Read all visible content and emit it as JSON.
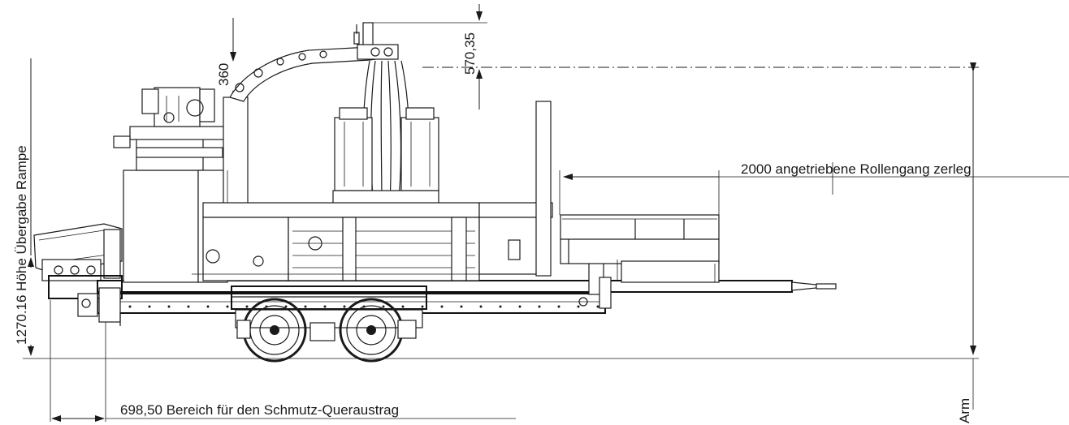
{
  "dimensions": {
    "arm_height": "570,35",
    "arm_offset": "360",
    "roller_conveyor": "2000 angetriebene Rollengang zerleg",
    "ramp_height": "1270.16 Höhe Übergabe Rampe",
    "dirt_discharge": "698,50 Bereich für den Schmutz-Queraustrag",
    "arm_label": "Arm"
  },
  "colors": {
    "line": "#1a1a1a",
    "background": "#ffffff"
  }
}
